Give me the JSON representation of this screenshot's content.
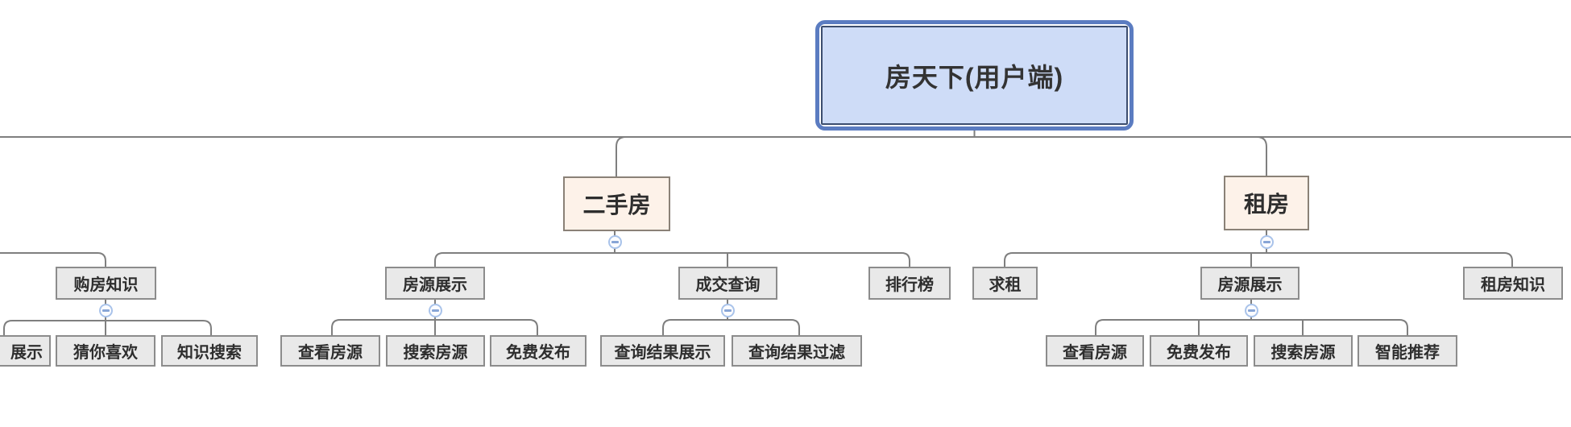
{
  "diagram": {
    "type": "mindmap-tree",
    "orientation": "top-down",
    "tree": {
      "label": "房天下(用户端)",
      "children": [
        {
          "label": "二手房",
          "children": [
            {
              "label": "房源展示",
              "children": [
                {
                  "label": "查看房源"
                },
                {
                  "label": "搜索房源"
                },
                {
                  "label": "免费发布"
                }
              ]
            },
            {
              "label": "成交查询",
              "children": [
                {
                  "label": "查询结果展示"
                },
                {
                  "label": "查询结果过滤"
                }
              ]
            },
            {
              "label": "排行榜"
            }
          ]
        },
        {
          "label": "租房",
          "children": [
            {
              "label": "求租"
            },
            {
              "label": "房源展示",
              "children": [
                {
                  "label": "查看房源"
                },
                {
                  "label": "免费发布"
                },
                {
                  "label": "搜索房源"
                },
                {
                  "label": "智能推荐"
                }
              ]
            },
            {
              "label": "租房知识"
            }
          ]
        }
      ]
    },
    "left_partial": {
      "label": "购房知识",
      "note": "parent node is off-screen to the left",
      "children": [
        {
          "label": "展示"
        },
        {
          "label": "猜你喜欢"
        },
        {
          "label": "知识搜索"
        }
      ]
    },
    "icons": {
      "collapse": "minus-in-circle"
    },
    "colors": {
      "line": "#7f7f7f",
      "root_fill": "#cedcf7",
      "root_border": "#5b7cc1",
      "root_inner_border": "#3c4d6e",
      "branch_fill": "#fdf2e9",
      "branch_border": "#8a8177",
      "leaf_fill": "#e9e9e9",
      "leaf_border": "#8c8c8c",
      "collapse_border": "#a9c3ea",
      "collapse_glyph": "#88a5d6",
      "text": "#2e2e2e"
    }
  }
}
